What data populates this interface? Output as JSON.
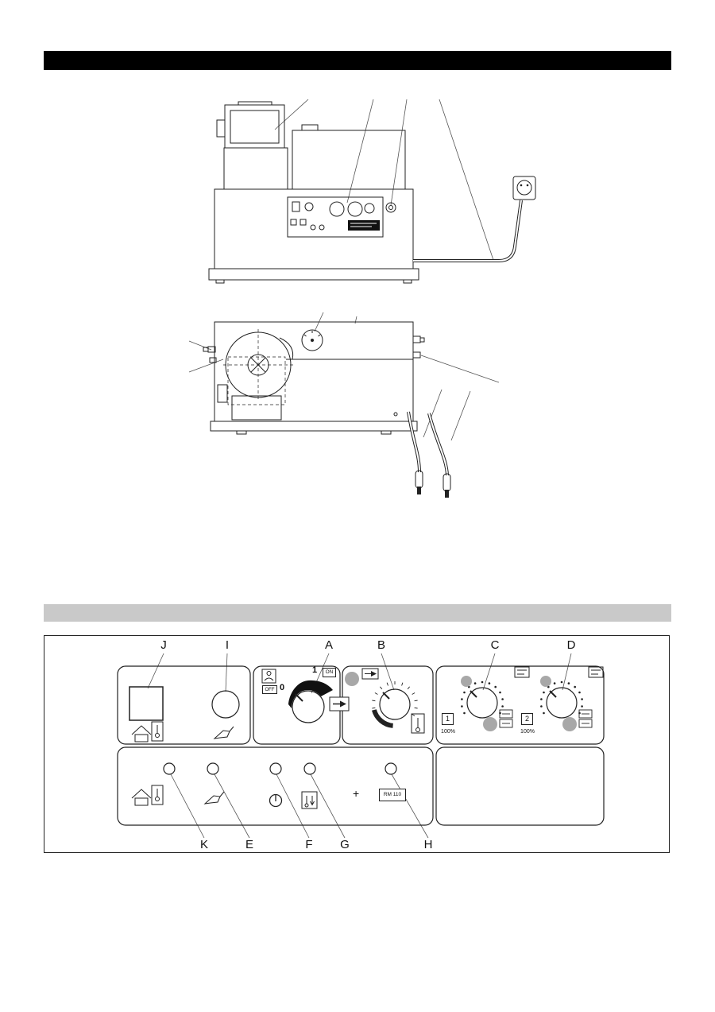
{
  "callouts": {
    "top": [
      "J",
      "I",
      "A",
      "B",
      "C",
      "D"
    ],
    "bottom": [
      "K",
      "E",
      "F",
      "G",
      "H"
    ]
  },
  "panel_labels": {
    "switch_pos_on_num": "1",
    "switch_on": "ON",
    "switch_off": "OFF",
    "switch_pos_off_num": "0",
    "range_1": "1",
    "range_2": "2",
    "duty_1": "100%",
    "duty_2": "100%",
    "plus": "+",
    "remote_label": "RM 110"
  }
}
